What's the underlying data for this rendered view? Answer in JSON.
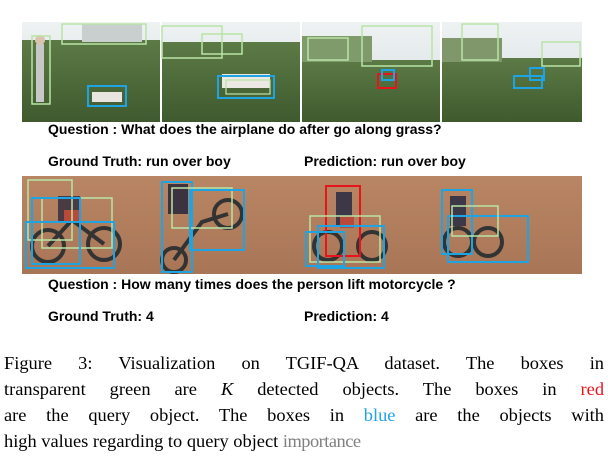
{
  "example1": {
    "question": "Question : What does the airplane do after go along grass?",
    "ground_truth": "Ground Truth: run over boy",
    "prediction": "Prediction: run over boy"
  },
  "example2": {
    "question": "Question : How many times does the person lift motorcycle ?",
    "ground_truth": "Ground Truth: 4",
    "prediction": "Prediction: 4"
  },
  "caption": {
    "l1": "Figure 3: Visualization on TGIF-QA dataset. The boxes in",
    "l2a": "transparent green are ",
    "l2k": "K",
    "l2b": " detected objects. The boxes in ",
    "l2red": "red",
    "l3a": "are the query object. The boxes in ",
    "l3blue": "blue",
    "l3b": " are the objects with",
    "l4a": "high values regarding to query object ",
    "l4b": "importance"
  },
  "colors": {
    "red": "#e8141b",
    "blue": "#1fa4e3",
    "green": "#a8d88a"
  }
}
